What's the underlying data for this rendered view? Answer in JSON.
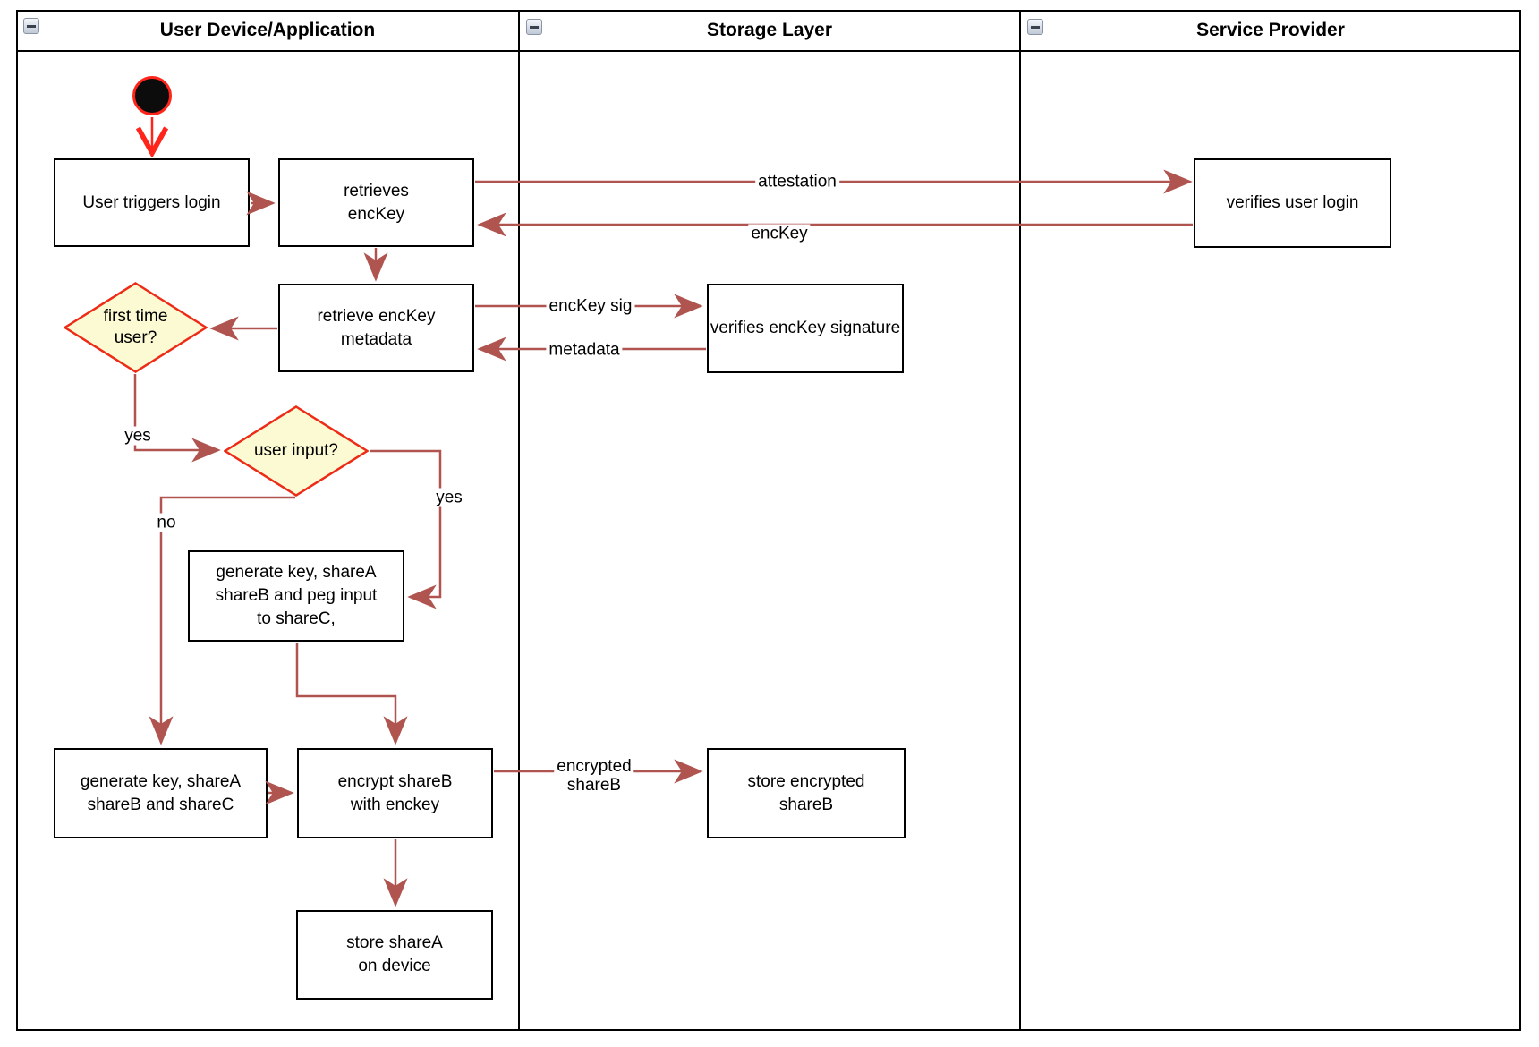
{
  "lanes": [
    {
      "title": "User Device/Application"
    },
    {
      "title": "Storage Layer"
    },
    {
      "title": "Service Provider"
    }
  ],
  "nodes": {
    "user_triggers_login": "User triggers login",
    "retrieves_enckey": "retrieves\nencKey",
    "retrieve_enckey_metadata": "retrieve encKey\nmetadata",
    "first_time_user": "first time\nuser?",
    "user_input": "user input?",
    "generate_key_peg_input": "generate key, shareA\nshareB and peg input\nto shareC,",
    "generate_key_sharec": "generate key, shareA\nshareB and shareC",
    "encrypt_shareb": "encrypt shareB\nwith enckey",
    "store_sharea_device": "store shareA\non device",
    "store_encrypted_shareb": "store encrypted\nshareB",
    "verifies_enckey_signature": "verifies encKey signature",
    "verifies_user_login": "verifies user login"
  },
  "edge_labels": {
    "attestation": "attestation",
    "enckey": "encKey",
    "enckey_sig": "encKey sig",
    "metadata": "metadata",
    "encrypted_shareb": "encrypted\nshareB",
    "yes_first_time": "yes",
    "yes_user_input": "yes",
    "no_user_input": "no"
  },
  "colors": {
    "edge": "#B05450",
    "start_edge": "#FF251B",
    "decision_fill": "#FCFAD2",
    "decision_border": "#ED2B16",
    "node_border": "#000000"
  }
}
